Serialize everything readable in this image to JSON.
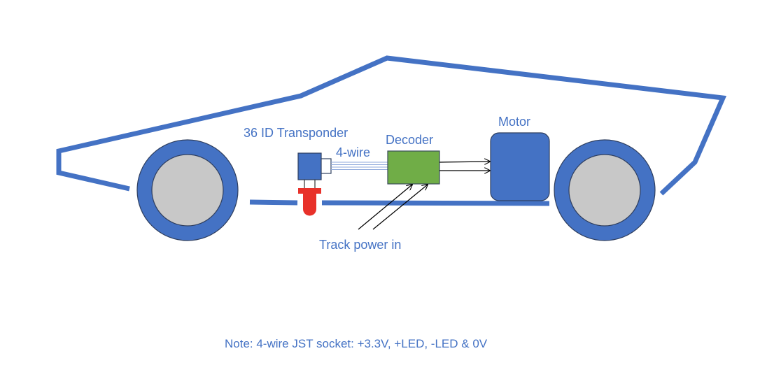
{
  "diagram": {
    "labels": {
      "transponder": "36 ID Transponder",
      "wire": "4-wire",
      "decoder": "Decoder",
      "motor": "Motor",
      "track_power": "Track power in"
    },
    "note": "Note: 4-wire JST socket: +3.3V, +LED, -LED & 0V",
    "colors": {
      "body": "#4472c4",
      "wheel_tyre": "#4472c4",
      "wheel_hub": "#c8c8c8",
      "decoder": "#70ad47",
      "motor": "#4472c4",
      "transponder": "#4472c4",
      "led": "#e8312a",
      "text": "#4472c4",
      "arrows": "#000000"
    }
  }
}
